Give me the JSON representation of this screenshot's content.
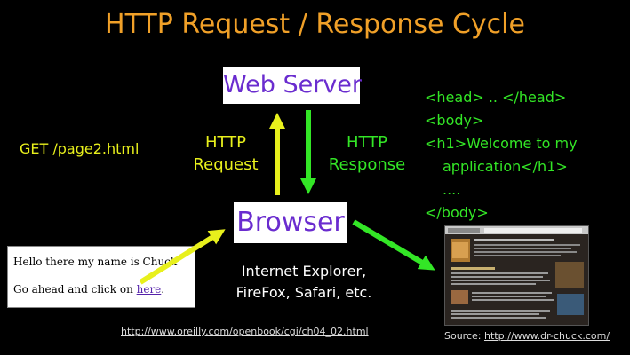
{
  "title": "HTTP Request / Response Cycle",
  "nodes": {
    "server": "Web Server",
    "browser": "Browser"
  },
  "request_path": "GET /page2.html",
  "http_request": {
    "line1": "HTTP",
    "line2": "Request"
  },
  "http_response": {
    "line1": "HTTP",
    "line2": "Response"
  },
  "html_code": {
    "line1": "<head> .. </head>",
    "line2": "<body>",
    "line3": "<h1>Welcome to my",
    "line4": "application</h1>",
    "line5": "....",
    "line6": "</body>"
  },
  "browser_examples": {
    "line1": "Internet Explorer,",
    "line2": "FireFox, Safari, etc."
  },
  "page_preview": {
    "line1": "Hello there my name is Chuck",
    "line2_prefix": "Go ahead and click on ",
    "link_text": "here",
    "line2_suffix": "."
  },
  "reference_url": "http://www.oreilly.com/openbook/cgi/ch04_02.html",
  "source": {
    "label": "Source: ",
    "url": "http://www.dr-chuck.com/"
  },
  "colors": {
    "title": "#f0a028",
    "request": "#e8f01c",
    "response": "#33e626",
    "node_text": "#6a2ccf"
  }
}
